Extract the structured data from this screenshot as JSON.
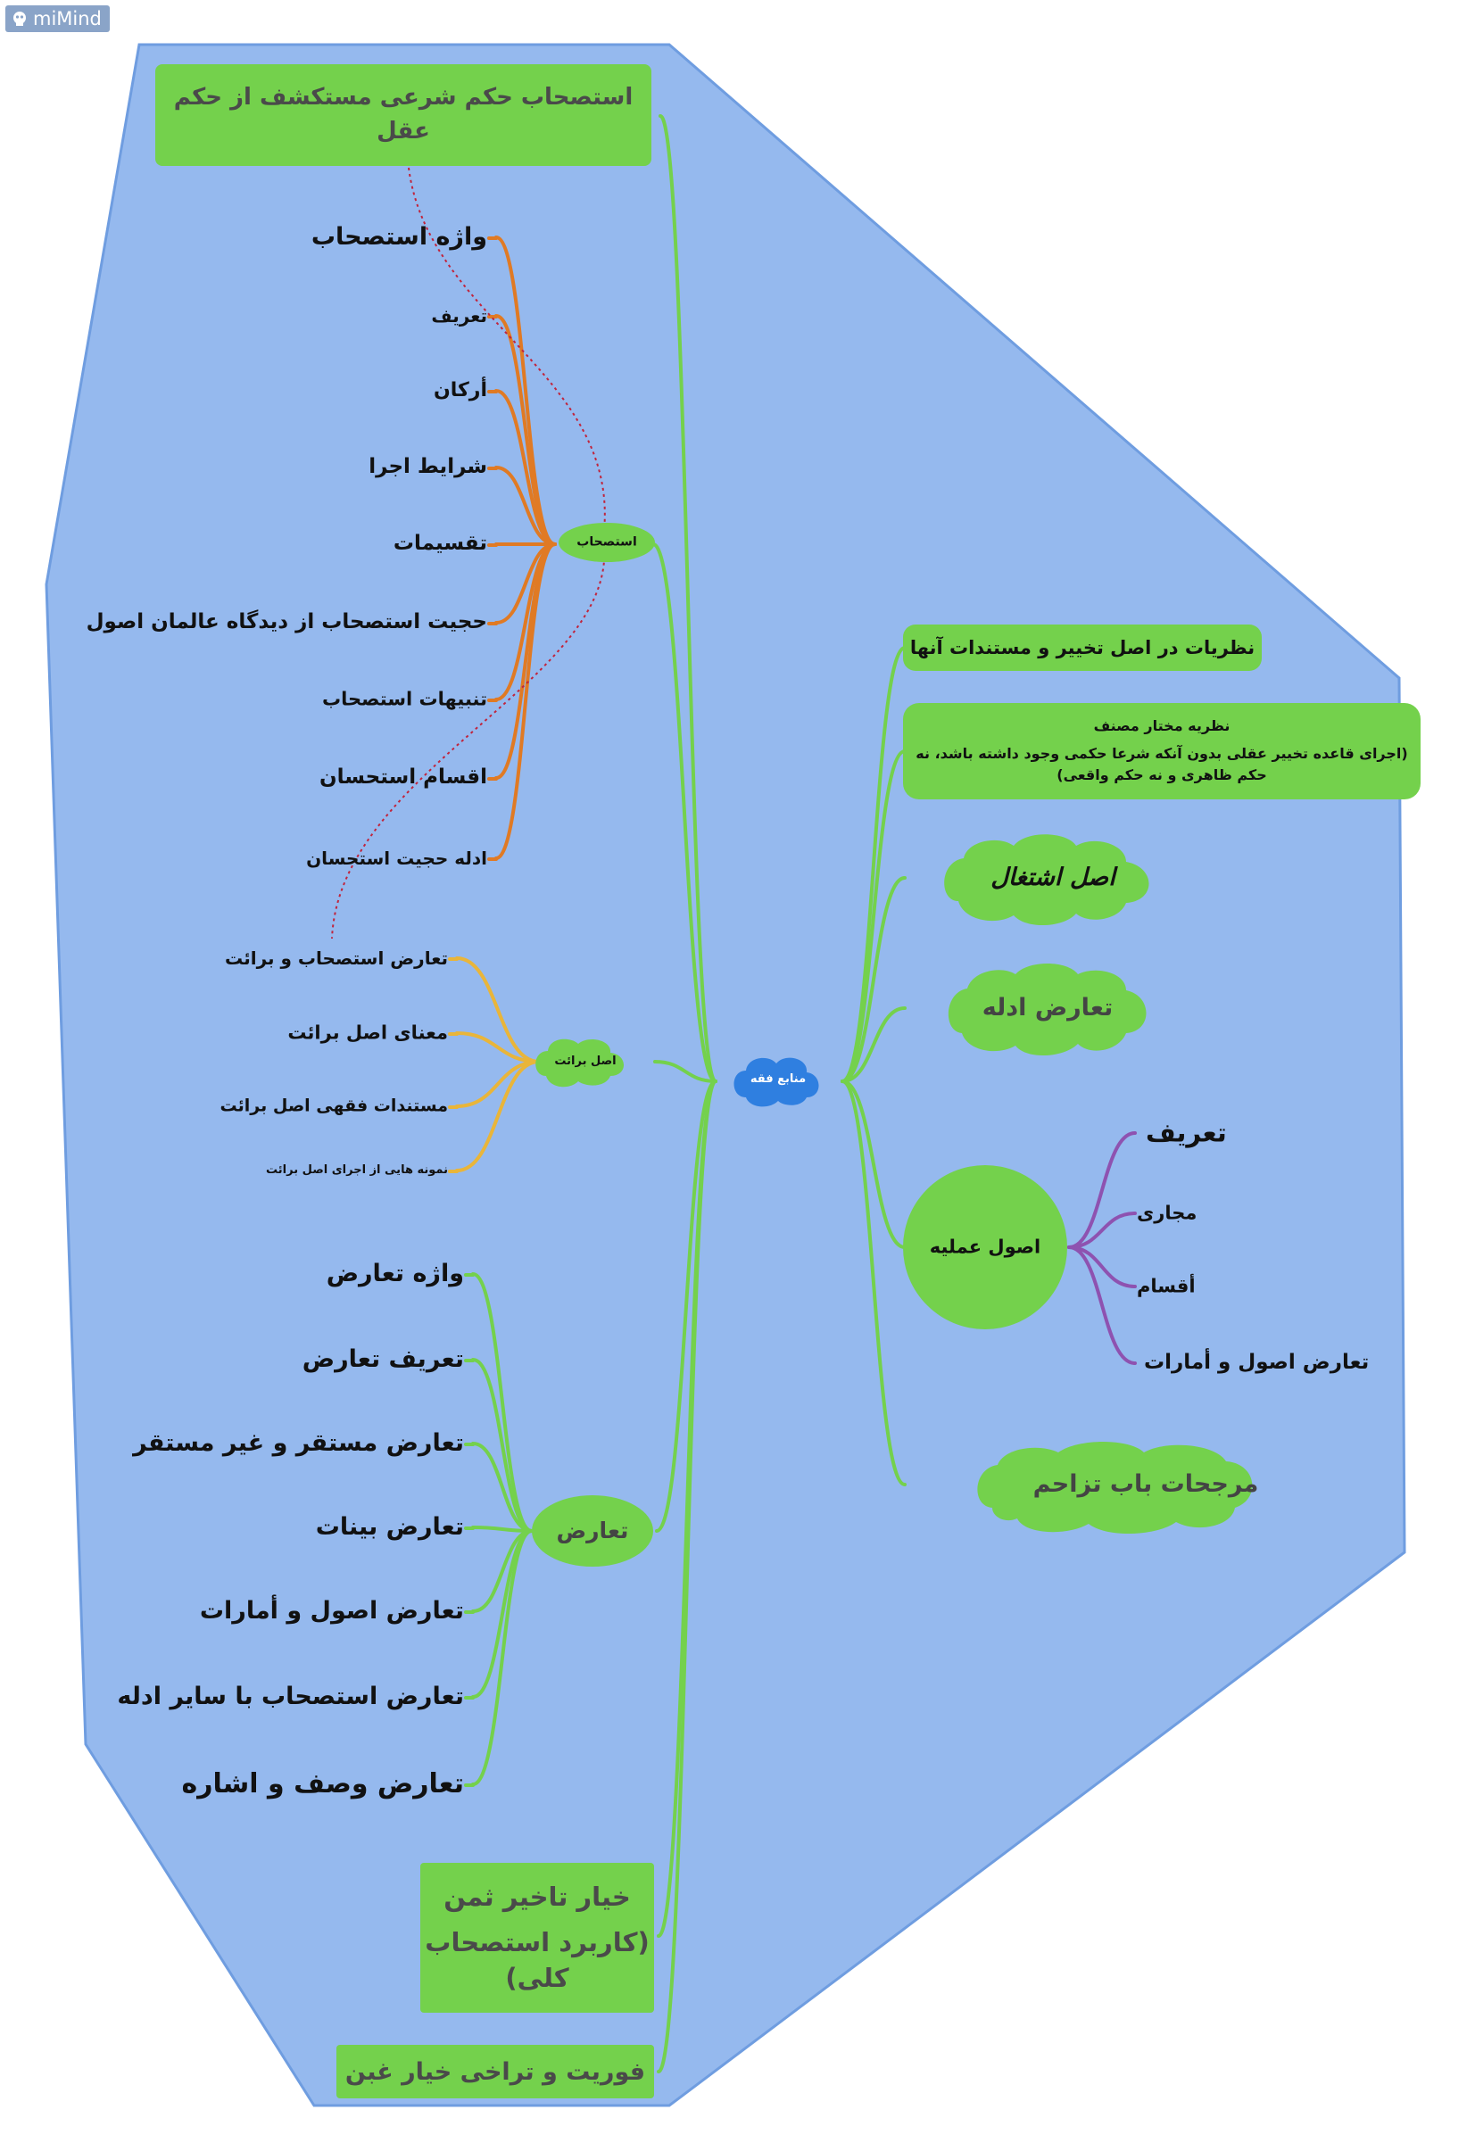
{
  "app": {
    "badge_label": "miMind",
    "badge_icon": "mimind-logo-icon"
  },
  "colors": {
    "region": "#95b9ee",
    "region_border": "#6f9de0",
    "node_green": "#74d14c",
    "root_blue": "#2f7fe0",
    "orange": "#e07a24",
    "yellow": "#e9b53a",
    "purple": "#8e52b0",
    "green_line": "#74d14c",
    "relation": "#c0243c"
  },
  "root": {
    "label": "منابع فقه"
  },
  "left": {
    "top_box": {
      "line1": "استصحاب حکم شرعی مستکشف از حکم",
      "line2": "عقل"
    },
    "istishab": {
      "label": "استصحاب",
      "children": [
        "واژه استصحاب",
        "تعریف",
        "أرکان",
        "شرایط اجرا",
        "تقسیمات",
        "حجیت استصحاب از دیدگاه عالمان اصول",
        "تنبیهات استصحاب",
        "اقسام استحسان",
        "ادله حجیت استحسان"
      ]
    },
    "baraat": {
      "label": "اصل برائت",
      "children": [
        "تعارض استصحاب و برائت",
        "معنای اصل برائت",
        "مستندات فقهی اصل برائت",
        "نمونه هایی از اجرای اصل برائت"
      ]
    },
    "taarod": {
      "label": "تعارض",
      "children": [
        "واژه تعارض",
        "تعریف تعارض",
        "تعارض مستقر و غیر مستقر",
        "تعارض بینات",
        "تعارض اصول و أمارات",
        "تعارض استصحاب با سایر ادله",
        "تعارض وصف و اشاره"
      ]
    },
    "khiyar_box": {
      "line1": "خیار تاخیر ثمن",
      "line2": "(کاربرد استصحاب",
      "line3": "کلی)"
    },
    "fouriyat_box": {
      "label": "فوریت و تراخی خیار غبن"
    }
  },
  "right": {
    "nazariyat": {
      "label": "نظریات در اصل تخییر و مستندات آنها"
    },
    "mokhtar": {
      "title": "نظریه مختار مصنف",
      "line1": "(اجرای قاعده تخییر عقلی بدون آنکه شرعا حکمی وجود داشته باشد، نه",
      "line2": "حکم ظاهری و نه حکم واقعی)"
    },
    "eshteghal": {
      "label": "اصل اشتغال"
    },
    "taarod_adelleh": {
      "label": "تعارض ادله"
    },
    "osool": {
      "label": "اصول عملیه",
      "children": [
        "تعریف",
        "مجاری",
        "أقسام",
        "تعارض اصول و أمارات"
      ]
    },
    "morajjehat": {
      "label": "مرجحات باب تزاحم"
    }
  }
}
